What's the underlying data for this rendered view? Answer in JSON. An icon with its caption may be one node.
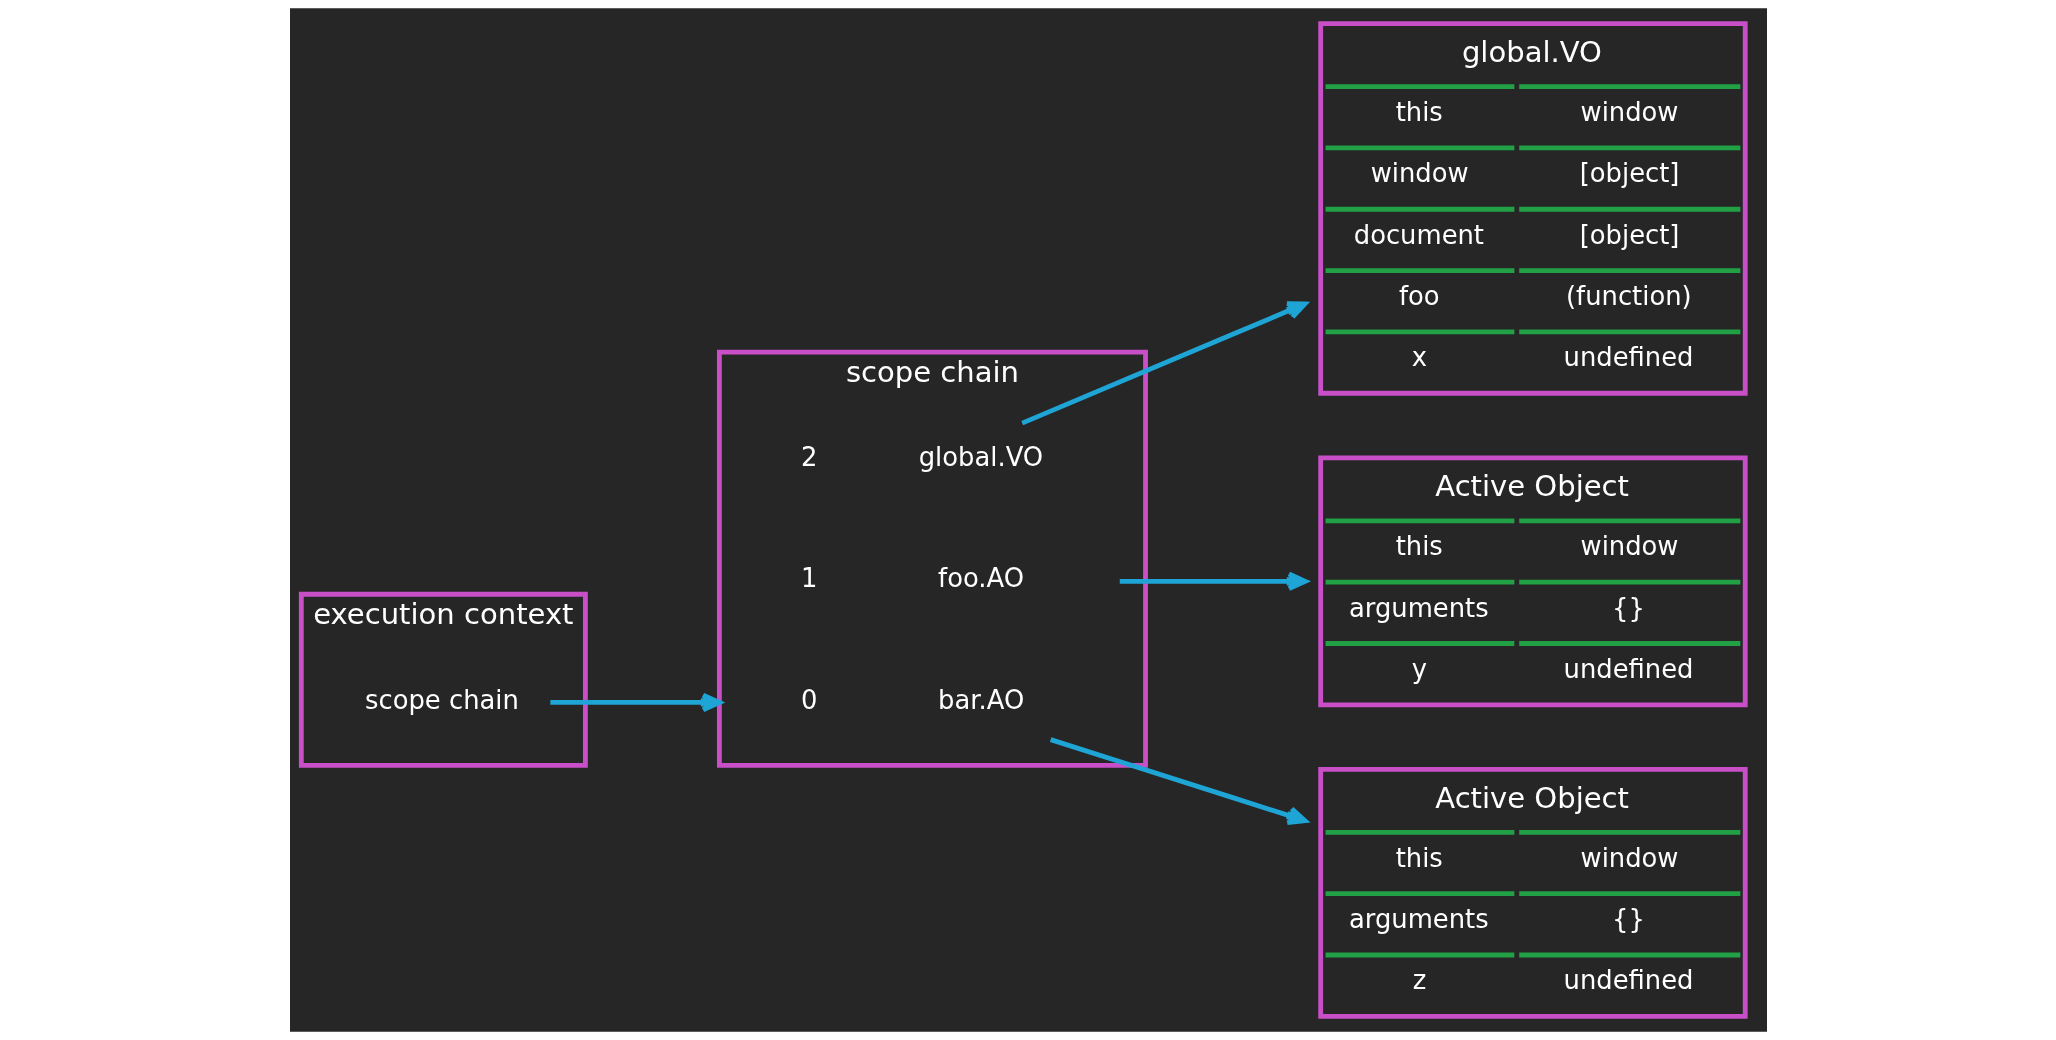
{
  "diagram": {
    "nodes": [
      {
        "text": [
          "execution context"
        ]
      },
      {
        "text": [
          "scope chain"
        ],
        "in": 0
      },
      {
        "text": [
          "scope chain"
        ]
      },
      {
        "text": [
          "0",
          "bar.AO"
        ],
        "in": 2
      },
      {
        "text": [
          "1",
          "foo.AO"
        ],
        "in": 2
      },
      {
        "text": [
          "2",
          "global.VO"
        ],
        "in": 2
      },
      {
        "text": [
          "Active Object",
          "this",
          "window",
          "arguments",
          "{}",
          "z",
          "undefined"
        ]
      },
      {
        "text": [
          "Active Object",
          "this",
          "window",
          "arguments",
          "{}",
          "y",
          "undefined"
        ]
      },
      {
        "text": [
          "global.VO",
          "this",
          "window",
          "window",
          "[object]",
          "document",
          "[object]",
          "foo",
          "(function)",
          "x",
          "undefined"
        ]
      }
    ],
    "edges": [
      {
        "from": 1,
        "to": 2,
        "arrow": "to"
      },
      {
        "from": 3,
        "to": 6,
        "arrow": "to"
      },
      {
        "from": 4,
        "to": 7,
        "arrow": "to"
      },
      {
        "from": 5,
        "to": 8,
        "arrow": "to"
      }
    ]
  }
}
